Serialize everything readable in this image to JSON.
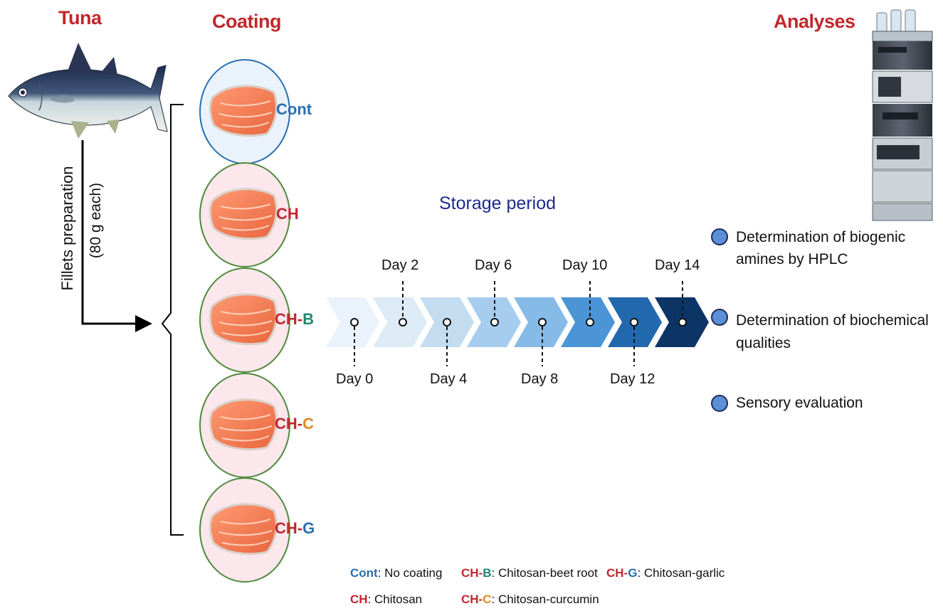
{
  "headers": {
    "tuna": "Tuna",
    "coating": "Coating",
    "analyses": "Analyses"
  },
  "prep": {
    "line1": "Fillets preparation",
    "line2": "(80 g each)"
  },
  "fillets": [
    {
      "prefix": "Cont",
      "suffix": "",
      "prefix_color": "#2a6fb0",
      "suffix_color": "#2a6fb0"
    },
    {
      "prefix": "CH",
      "suffix": "",
      "prefix_color": "#c0282d",
      "suffix_color": "#c0282d"
    },
    {
      "prefix": "CH-",
      "suffix": "B",
      "prefix_color": "#c0282d",
      "suffix_color": "#1f8a70"
    },
    {
      "prefix": "CH-",
      "suffix": "C",
      "prefix_color": "#c0282d",
      "suffix_color": "#e08a1e"
    },
    {
      "prefix": "CH-",
      "suffix": "G",
      "prefix_color": "#c0282d",
      "suffix_color": "#2a6fb0"
    }
  ],
  "storage_title": "Storage period",
  "days": [
    "Day 0",
    "Day 2",
    "Day 4",
    "Day 6",
    "Day 8",
    "Day 10",
    "Day 12",
    "Day 14"
  ],
  "analyses": [
    {
      "line1": "Determination of biogenic",
      "line2": "amines by HPLC"
    },
    {
      "line1": "Determination of biochemical",
      "line2": "qualities"
    },
    {
      "line1": "Sensory evaluation",
      "line2": ""
    }
  ],
  "legend": [
    {
      "prefix": "Cont",
      "suffix": "",
      "text": ": No coating",
      "prefix_color": "#2a6fb0",
      "suffix_color": "#2a6fb0"
    },
    {
      "prefix": "CH-",
      "suffix": "B",
      "text": ": Chitosan-beet root",
      "prefix_color": "#c0282d",
      "suffix_color": "#1f8a70"
    },
    {
      "prefix": "CH-",
      "suffix": "G",
      "text": ": Chitosan-garlic",
      "prefix_color": "#c0282d",
      "suffix_color": "#2a6fb0"
    },
    {
      "prefix": "CH",
      "suffix": "",
      "text": ": Chitosan",
      "prefix_color": "#c0282d",
      "suffix_color": "#c0282d"
    },
    {
      "prefix": "CH-",
      "suffix": "C",
      "text": ": Chitosan-curcumin",
      "prefix_color": "#c0282d",
      "suffix_color": "#e08a1e"
    }
  ],
  "colors": {
    "header": "#c0282d",
    "storage_title": "#1f2a8a",
    "arrow_gradient": [
      "#eaf3fb",
      "#dcebf5",
      "#c3dcf0",
      "#a6cdee",
      "#86bbe8",
      "#4b95d6",
      "#2268ad",
      "#0c3566"
    ]
  }
}
